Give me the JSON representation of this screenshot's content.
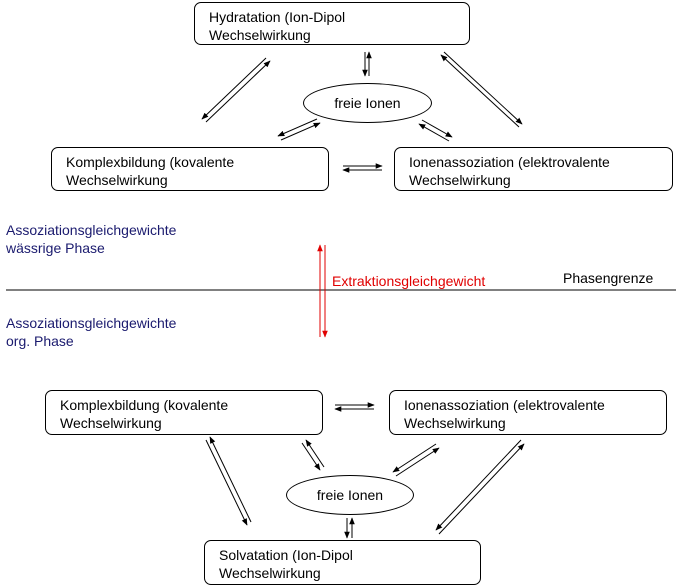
{
  "upper": {
    "hydratation": {
      "line1": "Hydratation (Ion-Dipol",
      "line2": "Wechselwirkung"
    },
    "freie_ionen": "freie Ionen",
    "komplexbildung": {
      "line1": "Komplexbildung (kovalente",
      "line2": "Wechselwirkung"
    },
    "ionenassoziation": {
      "line1": "Ionenassoziation (elektrovalente",
      "line2": "Wechselwirkung"
    }
  },
  "middle": {
    "aq_label": {
      "line1": "Assoziationsgleichgewichte",
      "line2": "wässrige Phase"
    },
    "extraction_label": "Extraktionsgleichgewicht",
    "phase_boundary_label": "Phasengrenze",
    "org_label": {
      "line1": "Assoziationsgleichgewichte",
      "line2": "org. Phase"
    }
  },
  "lower": {
    "komplexbildung": {
      "line1": "Komplexbildung (kovalente",
      "line2": "Wechselwirkung"
    },
    "ionenassoziation": {
      "line1": "Ionenassoziation (elektrovalente",
      "line2": "Wechselwirkung"
    },
    "freie_ionen": "freie Ionen",
    "solvatation": {
      "line1": "Solvatation (Ion-Dipol",
      "line2": "Wechselwirkung"
    }
  },
  "colors": {
    "label_blue": "#1a1a6e",
    "extraction_red": "#e00000",
    "line_black": "#000000"
  }
}
